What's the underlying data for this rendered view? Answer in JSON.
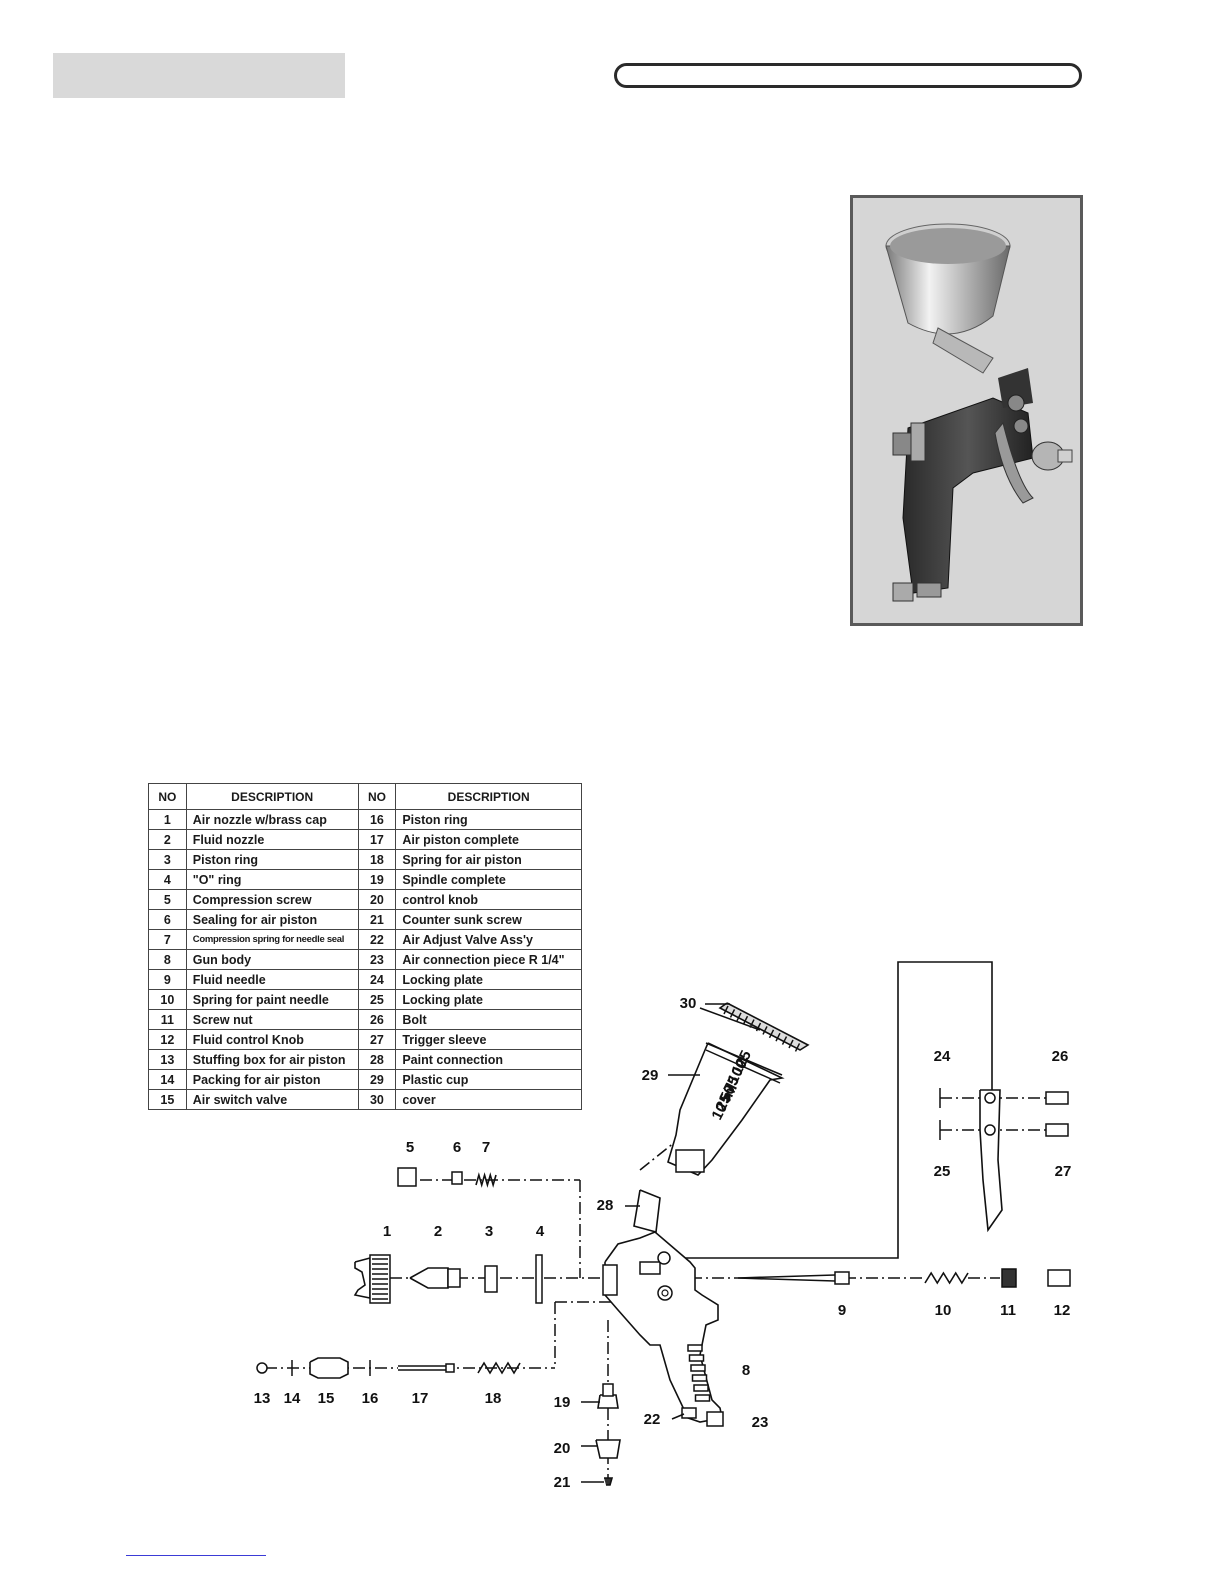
{
  "parts_table": {
    "headers": [
      "NO",
      "DESCRIPTION",
      "NO",
      "DESCRIPTION"
    ],
    "rows": [
      [
        {
          "no": "1",
          "desc": "Air nozzle w/brass cap"
        },
        {
          "no": "16",
          "desc": "Piston ring"
        }
      ],
      [
        {
          "no": "2",
          "desc": "Fluid nozzle"
        },
        {
          "no": "17",
          "desc": "Air piston complete"
        }
      ],
      [
        {
          "no": "3",
          "desc": "Piston ring"
        },
        {
          "no": "18",
          "desc": "Spring for air piston"
        }
      ],
      [
        {
          "no": "4",
          "desc": "\"O\" ring"
        },
        {
          "no": "19",
          "desc": "Spindle complete"
        }
      ],
      [
        {
          "no": "5",
          "desc": "Compression screw"
        },
        {
          "no": "20",
          "desc": "control knob"
        }
      ],
      [
        {
          "no": "6",
          "desc": "Sealing for air piston"
        },
        {
          "no": "21",
          "desc": "Counter sunk screw"
        }
      ],
      [
        {
          "no": "7",
          "desc": "Compression spring for needle seal"
        },
        {
          "no": "22",
          "desc": "Air Adjust Valve Ass'y"
        }
      ],
      [
        {
          "no": "8",
          "desc": "Gun body"
        },
        {
          "no": "23",
          "desc": "Air connection piece R 1/4\""
        }
      ],
      [
        {
          "no": "9",
          "desc": "Fluid needle"
        },
        {
          "no": "24",
          "desc": "Locking plate"
        }
      ],
      [
        {
          "no": "10",
          "desc": "Spring for paint needle"
        },
        {
          "no": "25",
          "desc": "Locking plate"
        }
      ],
      [
        {
          "no": "11",
          "desc": "Screw nut"
        },
        {
          "no": "26",
          "desc": "Bolt"
        }
      ],
      [
        {
          "no": "12",
          "desc": "Fluid control Knob"
        },
        {
          "no": "27",
          "desc": "Trigger sleeve"
        }
      ],
      [
        {
          "no": "13",
          "desc": "Stuffing box for air piston"
        },
        {
          "no": "28",
          "desc": "Paint connection"
        }
      ],
      [
        {
          "no": "14",
          "desc": "Packing for air piston"
        },
        {
          "no": "29",
          "desc": "Plastic cup"
        }
      ],
      [
        {
          "no": "15",
          "desc": "Air switch valve"
        },
        {
          "no": "30",
          "desc": "cover"
        }
      ]
    ]
  },
  "diagram": {
    "callouts": [
      "1",
      "2",
      "3",
      "4",
      "5",
      "6",
      "7",
      "8",
      "9",
      "10",
      "11",
      "12",
      "13",
      "14",
      "15",
      "16",
      "17",
      "18",
      "19",
      "20",
      "21",
      "22",
      "23",
      "24",
      "25",
      "26",
      "27",
      "28",
      "29",
      "30"
    ],
    "cup_scale": [
      "125",
      "100",
      "75",
      "50",
      "25",
      "10 ml"
    ]
  }
}
